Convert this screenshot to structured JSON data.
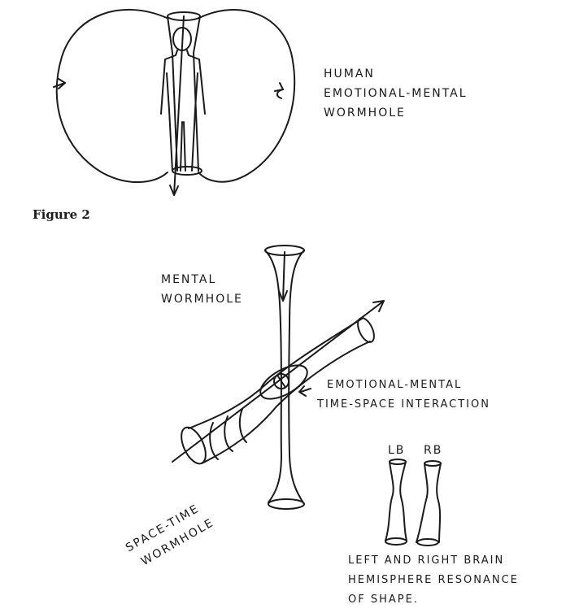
{
  "figure_caption": "Figure 2",
  "top_diagram": {
    "label_lines": [
      "HUMAN",
      "EMOTIONAL-MENTAL",
      "WORMHOLE"
    ]
  },
  "bottom_diagram": {
    "mental_label": [
      "MENTAL",
      "WORMHOLE"
    ],
    "interaction_label": [
      "EMOTIONAL-MENTAL",
      "TIME-SPACE INTERACTION"
    ],
    "spacetime_label": [
      "SPACE-TIME",
      "WORMHOLE"
    ],
    "hemisphere_left": "LB",
    "hemisphere_right": "RB",
    "hemisphere_label": [
      "LEFT AND RIGHT BRAIN",
      "HEMISPHERE RESONANCE",
      "OF SHAPE."
    ]
  }
}
